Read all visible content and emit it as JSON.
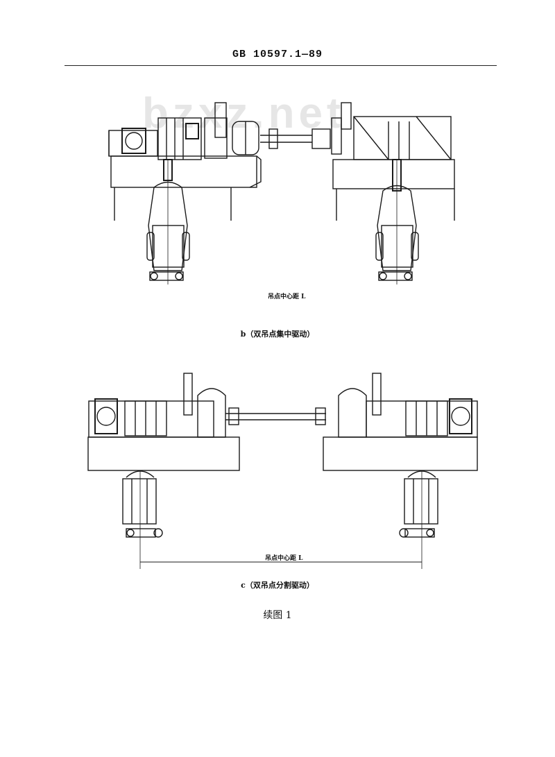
{
  "header": {
    "standard_code": "GB 10597.1—89"
  },
  "watermark": {
    "text": "bzxz.net"
  },
  "figure_b": {
    "dimension_label": "吊点中心距 L",
    "caption": "b（双吊点集中驱动）"
  },
  "figure_c": {
    "dimension_label": "吊点中心距 L",
    "caption": "c（双吊点分割驱动）"
  },
  "figure_continuation": "续图 1"
}
